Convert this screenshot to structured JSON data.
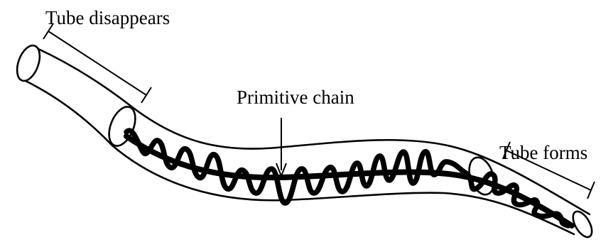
{
  "labels": {
    "tube_disappears": "Tube disappears",
    "primitive_chain": "Primitive chain",
    "tube_forms": "Tube forms"
  },
  "colors": {
    "ink": "#000000",
    "background": "#ffffff"
  }
}
